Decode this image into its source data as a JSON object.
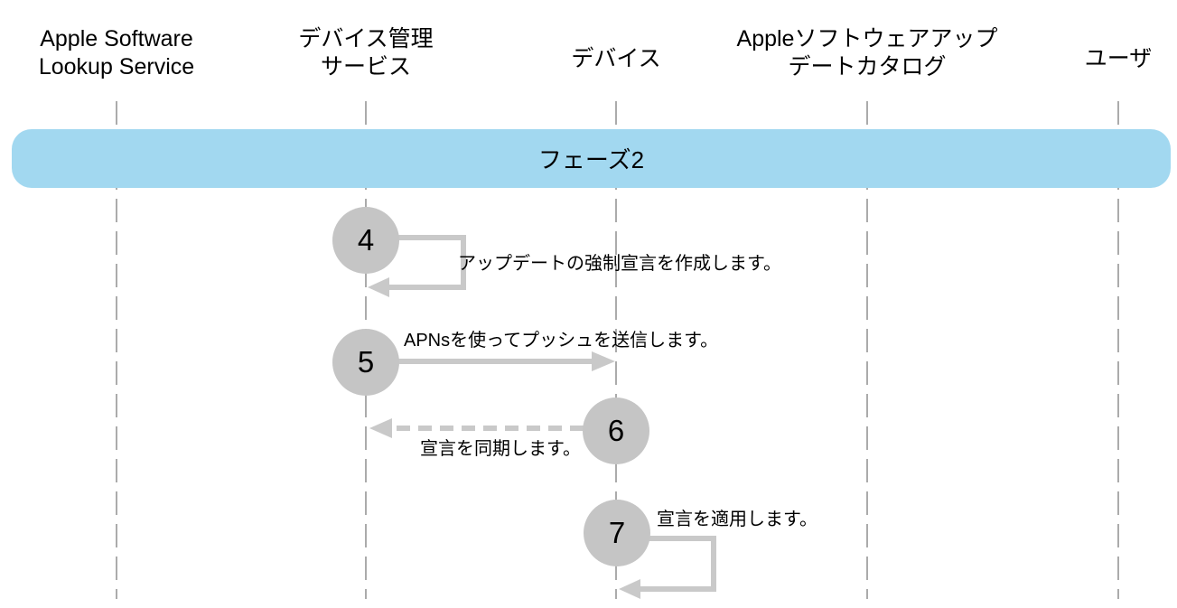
{
  "diagram": {
    "phase_banner": "フェーズ2",
    "actors": [
      {
        "id": "apple-software-lookup-service",
        "label": "Apple Software\nLookup Service"
      },
      {
        "id": "device-management-service",
        "label": "デバイス管理\nサービス"
      },
      {
        "id": "device",
        "label": "デバイス"
      },
      {
        "id": "apple-software-update-catalog",
        "label": "Appleソフトウェアアップ\nデートカタログ"
      },
      {
        "id": "user",
        "label": "ユーザ"
      }
    ],
    "steps": [
      {
        "number": "4",
        "label": "アップデートの強制宣言を作成します。",
        "type": "self-loop",
        "actor": "デバイス管理サービス"
      },
      {
        "number": "5",
        "label": "APNsを使ってプッシュを送信します。",
        "type": "solid-arrow",
        "from": "デバイス管理サービス",
        "to": "デバイス"
      },
      {
        "number": "6",
        "label": "宣言を同期します。",
        "type": "dashed-arrow",
        "from": "デバイス",
        "to": "デバイス管理サービス"
      },
      {
        "number": "7",
        "label": "宣言を適用します。",
        "type": "self-loop",
        "actor": "デバイス"
      }
    ]
  },
  "colors": {
    "banner": "#A2D8F0",
    "circle": "#C5C5C5",
    "arrow": "#C9C9C9",
    "lifeline": "#ABABAB",
    "text": "#000000"
  }
}
